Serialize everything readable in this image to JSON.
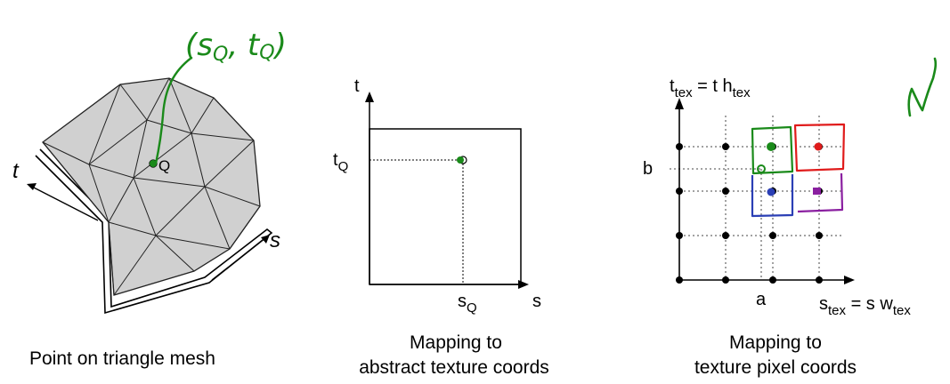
{
  "panels": {
    "mesh": {
      "caption": "Point on triangle mesh",
      "axis_t": "t",
      "axis_s": "s",
      "point": "Q"
    },
    "abstract": {
      "caption_line1": "Mapping to",
      "caption_line2": "abstract texture coords",
      "axis_t": "t",
      "axis_s": "s",
      "tick_t": "t",
      "tick_t_sub": "Q",
      "tick_s": "s",
      "tick_s_sub": "Q"
    },
    "pixel": {
      "caption_line1": "Mapping to",
      "caption_line2": "texture pixel coords",
      "axis_t": "t",
      "axis_t_sub": "tex",
      "axis_t_eq": " = t h",
      "axis_t_eq_sub": "tex",
      "axis_s": "s",
      "axis_s_sub": "tex",
      "axis_s_eq": " = s w",
      "axis_s_eq_sub": "tex",
      "label_a": "a",
      "label_b": "b"
    }
  },
  "annotations": {
    "handwritten_coord": "(s",
    "handwritten_sub_s": "Q",
    "handwritten_comma": ", t",
    "handwritten_sub_t": "Q",
    "handwritten_close": ")",
    "colors": {
      "green": "#1a8a1a",
      "red": "#e01b1b",
      "blue": "#2b3fb5",
      "purple": "#8a1fa0",
      "mesh_fill": "#d0d0d0"
    }
  }
}
